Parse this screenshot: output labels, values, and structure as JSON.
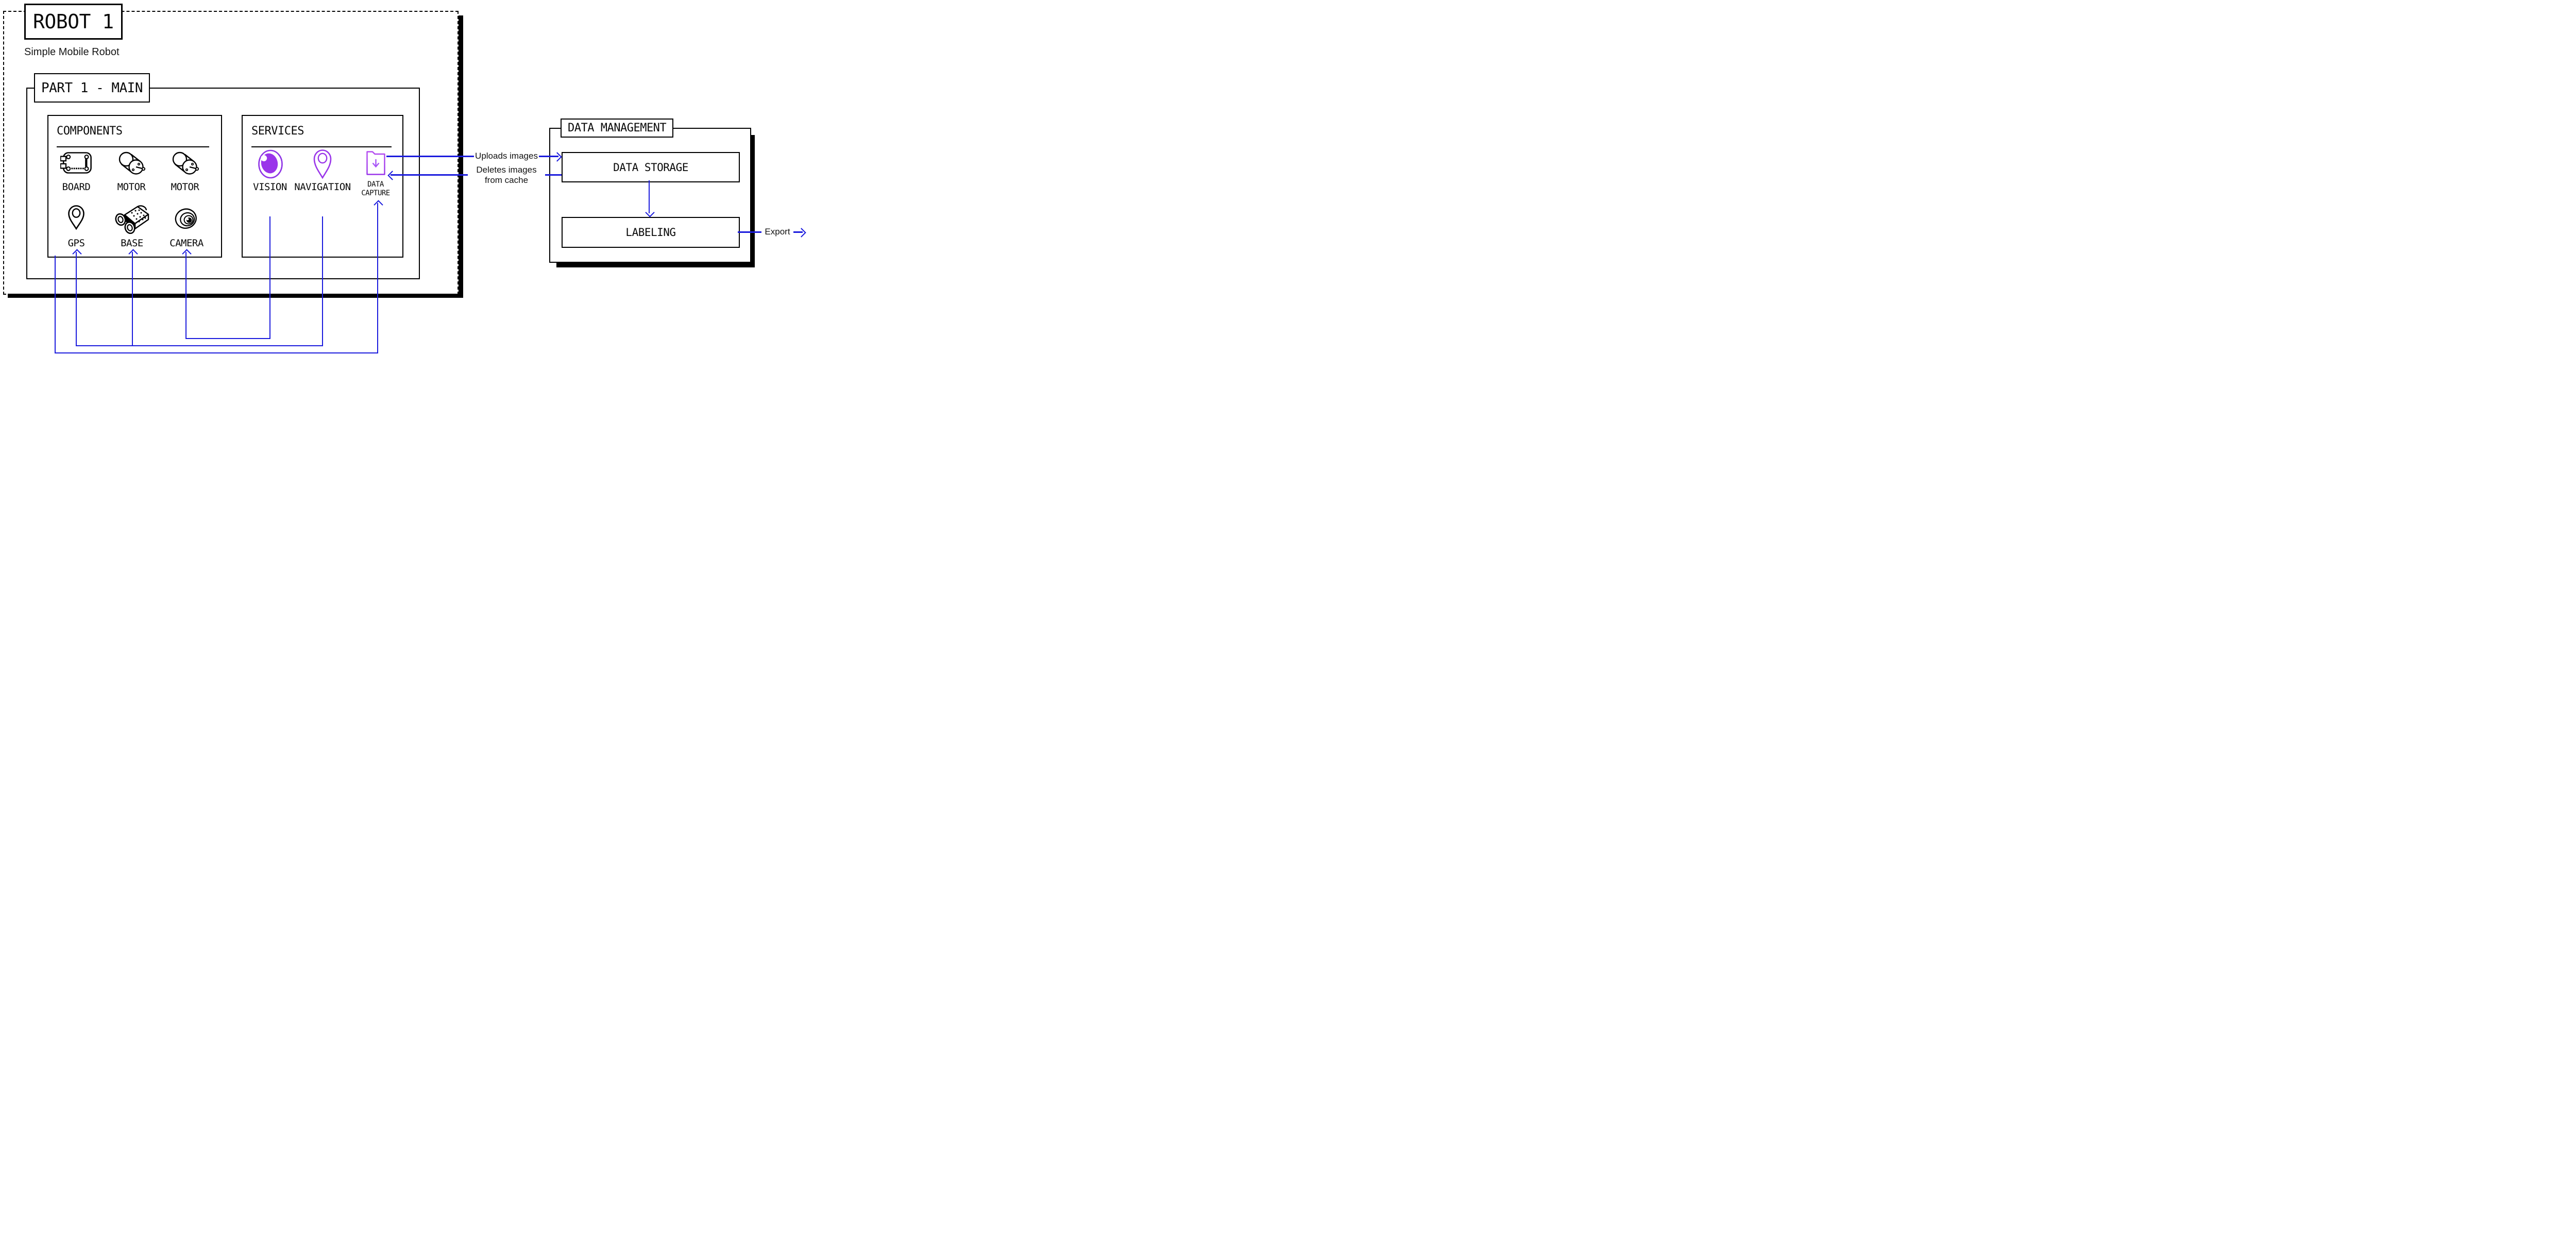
{
  "robot": {
    "title": "ROBOT 1",
    "subtitle": "Simple Mobile Robot",
    "part": {
      "title": "PART 1 - MAIN",
      "components": {
        "title": "COMPONENTS",
        "items": [
          {
            "label": "BOARD",
            "icon": "board-icon"
          },
          {
            "label": "MOTOR",
            "icon": "motor-icon"
          },
          {
            "label": "MOTOR",
            "icon": "motor-icon"
          },
          {
            "label": "GPS",
            "icon": "gps-pin-icon"
          },
          {
            "label": "BASE",
            "icon": "base-rover-icon"
          },
          {
            "label": "CAMERA",
            "icon": "camera-lens-icon"
          }
        ]
      },
      "services": {
        "title": "SERVICES",
        "items": [
          {
            "label": "VISION",
            "icon": "vision-eye-icon"
          },
          {
            "label": "NAVIGATION",
            "icon": "navigation-pin-icon"
          },
          {
            "label_line1": "DATA",
            "label_line2": "CAPTURE",
            "icon": "data-capture-folder-icon"
          }
        ]
      }
    }
  },
  "data_management": {
    "title": "DATA MANAGEMENT",
    "storage_label": "DATA STORAGE",
    "labeling_label": "LABELING"
  },
  "edges": {
    "uploads_label": "Uploads images",
    "deletes_label_line1": "Deletes images",
    "deletes_label_line2": "from cache",
    "export_label": "Export"
  },
  "colors": {
    "line_blue": "#1b1bdd",
    "icon_purple": "#9a35ea",
    "icon_purple_light": "#b44bf0",
    "black": "#000000"
  }
}
